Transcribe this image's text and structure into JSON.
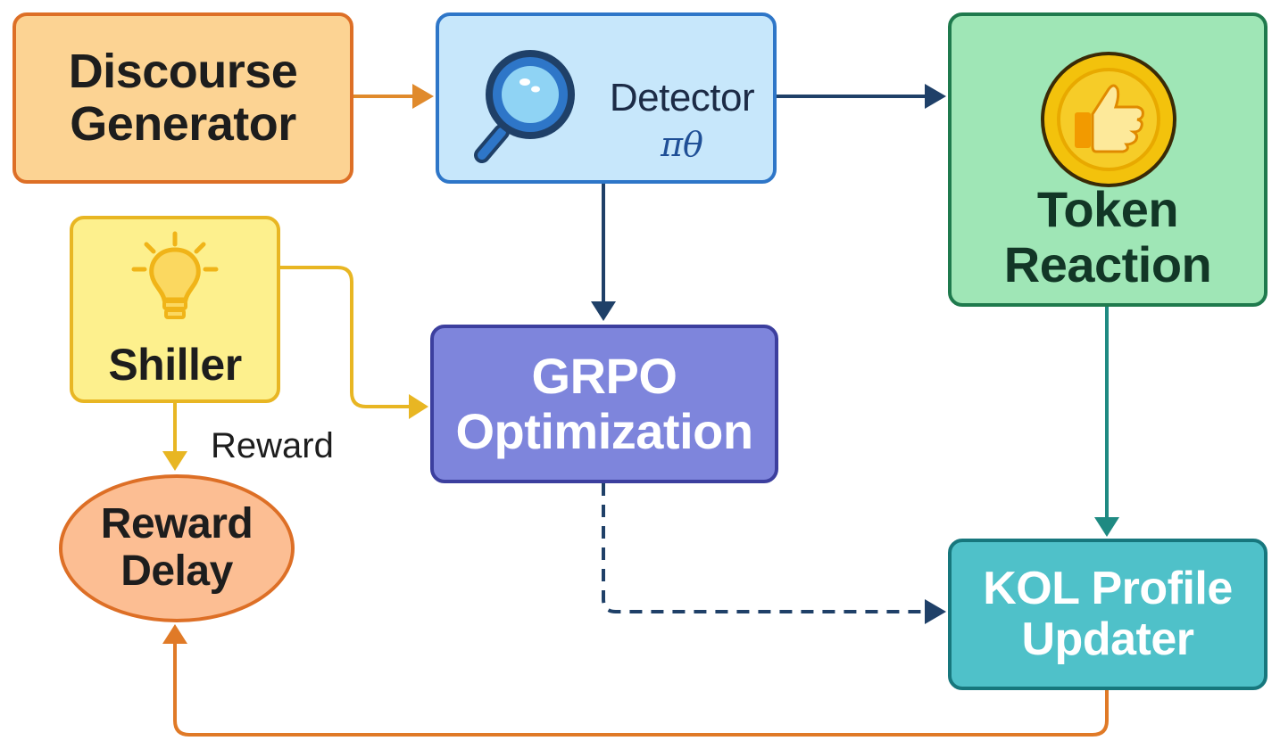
{
  "nodes": {
    "discourse_generator": {
      "line1": "Discourse",
      "line2": "Generator"
    },
    "detector": {
      "label": "Detector",
      "symbol": "πθ",
      "icon": "magnifying-glass-icon"
    },
    "token_reaction": {
      "line1": "Token",
      "line2": "Reaction",
      "icon": "thumbs-up-coin-icon"
    },
    "shiller": {
      "label": "Shiller",
      "icon": "lightbulb-icon"
    },
    "grpo_optimization": {
      "line1": "GRPO",
      "line2": "Optimization"
    },
    "kol_profile_updater": {
      "line1": "KOL Profile",
      "line2": "Updater"
    },
    "reward_delay": {
      "line1": "Reward",
      "line2": "Delay"
    }
  },
  "edges": {
    "shiller_to_reward_delay": {
      "label": "Reward"
    }
  },
  "colors": {
    "orange": "#dd6f26",
    "navy": "#1f4068",
    "gold": "#e8b623",
    "teal": "#1f8a82"
  }
}
